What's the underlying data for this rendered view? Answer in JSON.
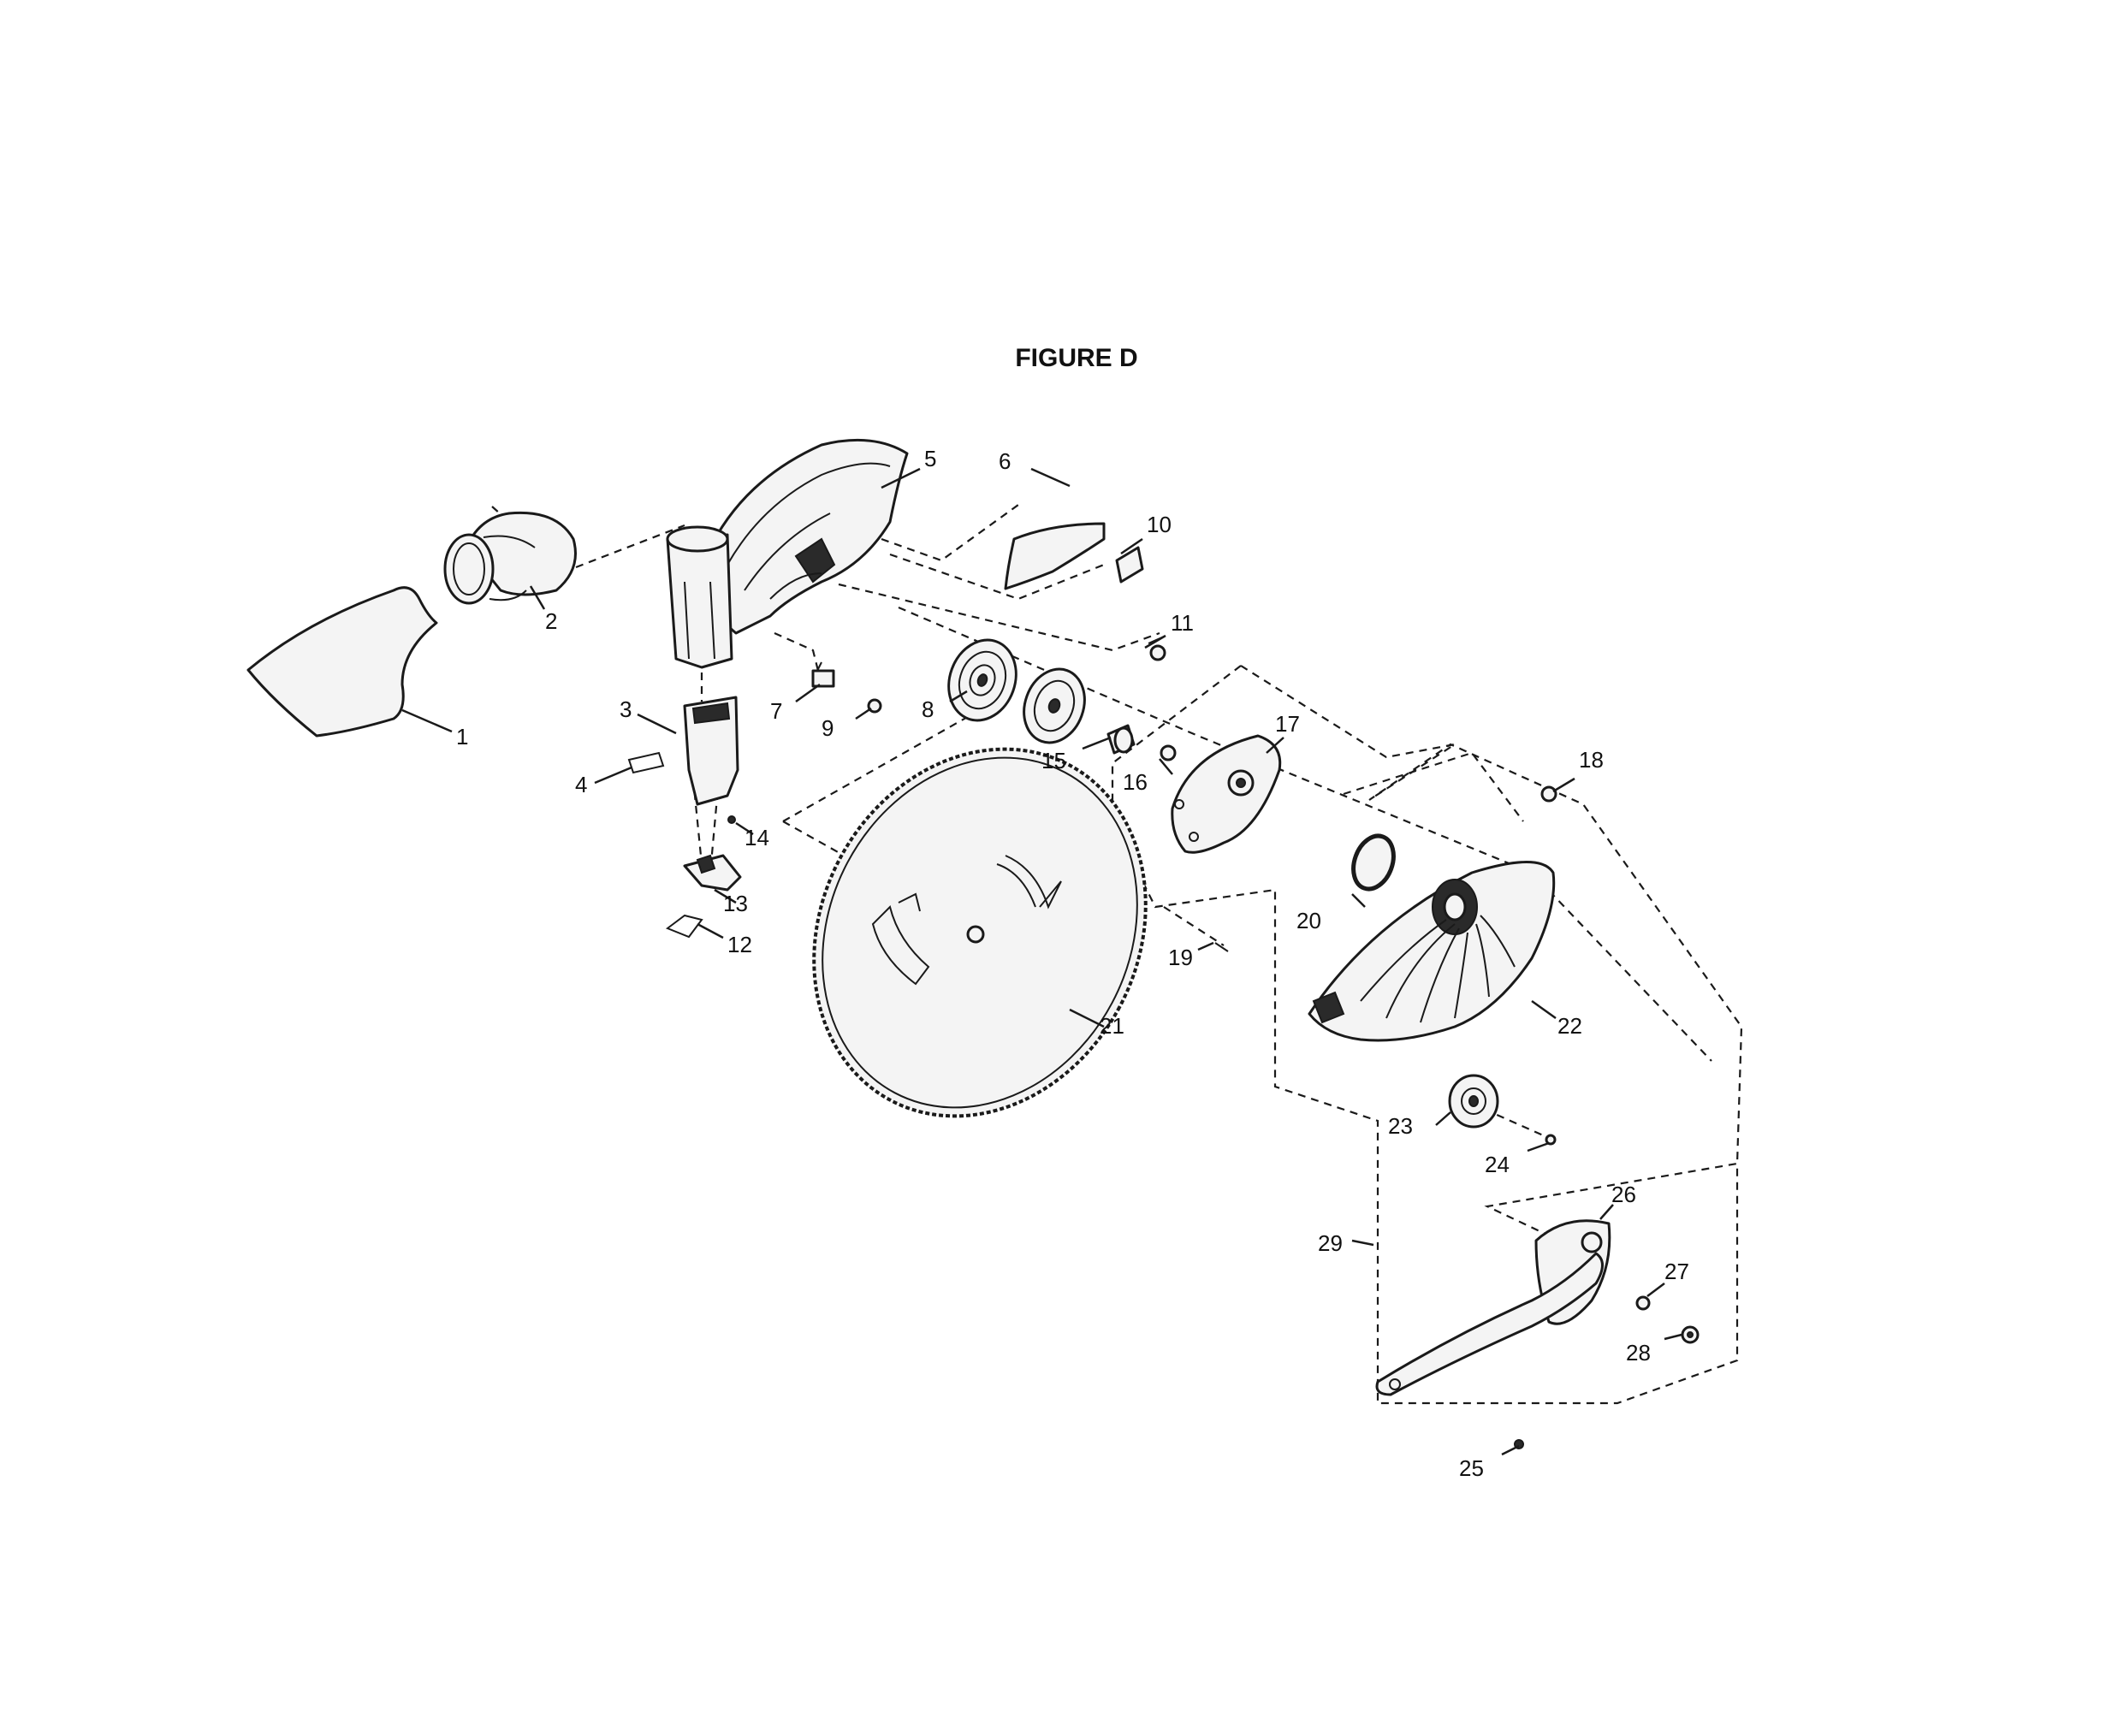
{
  "figure": {
    "title": "FIGURE D"
  },
  "callouts": [
    {
      "id": "p1",
      "label": "1"
    },
    {
      "id": "p2",
      "label": "2"
    },
    {
      "id": "p3",
      "label": "3"
    },
    {
      "id": "p4",
      "label": "4"
    },
    {
      "id": "p5",
      "label": "5"
    },
    {
      "id": "p6",
      "label": "6"
    },
    {
      "id": "p7",
      "label": "7"
    },
    {
      "id": "p8",
      "label": "8"
    },
    {
      "id": "p9",
      "label": "9"
    },
    {
      "id": "p10",
      "label": "10"
    },
    {
      "id": "p11",
      "label": "11"
    },
    {
      "id": "p12",
      "label": "12"
    },
    {
      "id": "p13",
      "label": "13"
    },
    {
      "id": "p14",
      "label": "14"
    },
    {
      "id": "p15",
      "label": "15"
    },
    {
      "id": "p16",
      "label": "16"
    },
    {
      "id": "p17",
      "label": "17"
    },
    {
      "id": "p18",
      "label": "18"
    },
    {
      "id": "p19",
      "label": "19"
    },
    {
      "id": "p20",
      "label": "20"
    },
    {
      "id": "p21",
      "label": "21"
    },
    {
      "id": "p22",
      "label": "22"
    },
    {
      "id": "p23",
      "label": "23"
    },
    {
      "id": "p24",
      "label": "24"
    },
    {
      "id": "p25",
      "label": "25"
    },
    {
      "id": "p26",
      "label": "26"
    },
    {
      "id": "p27",
      "label": "27"
    },
    {
      "id": "p28",
      "label": "28"
    },
    {
      "id": "p29",
      "label": "29"
    }
  ]
}
